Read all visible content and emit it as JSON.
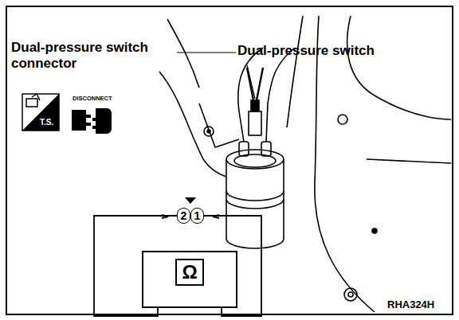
{
  "diagram": {
    "nodes": [
      {
        "text": [
          "2"
        ]
      },
      {
        "text": [
          "1"
        ]
      },
      {
        "text": [
          "Ω"
        ]
      }
    ],
    "edges": [
      {
        "from": 0,
        "to": 2,
        "arrow": "none"
      },
      {
        "from": 1,
        "to": 2,
        "arrow": "none"
      }
    ],
    "labels": [
      "Dual-pressure switch connector",
      "Dual-pressure switch",
      "DISCONNECT",
      "T.S.",
      "RHA324H"
    ]
  }
}
